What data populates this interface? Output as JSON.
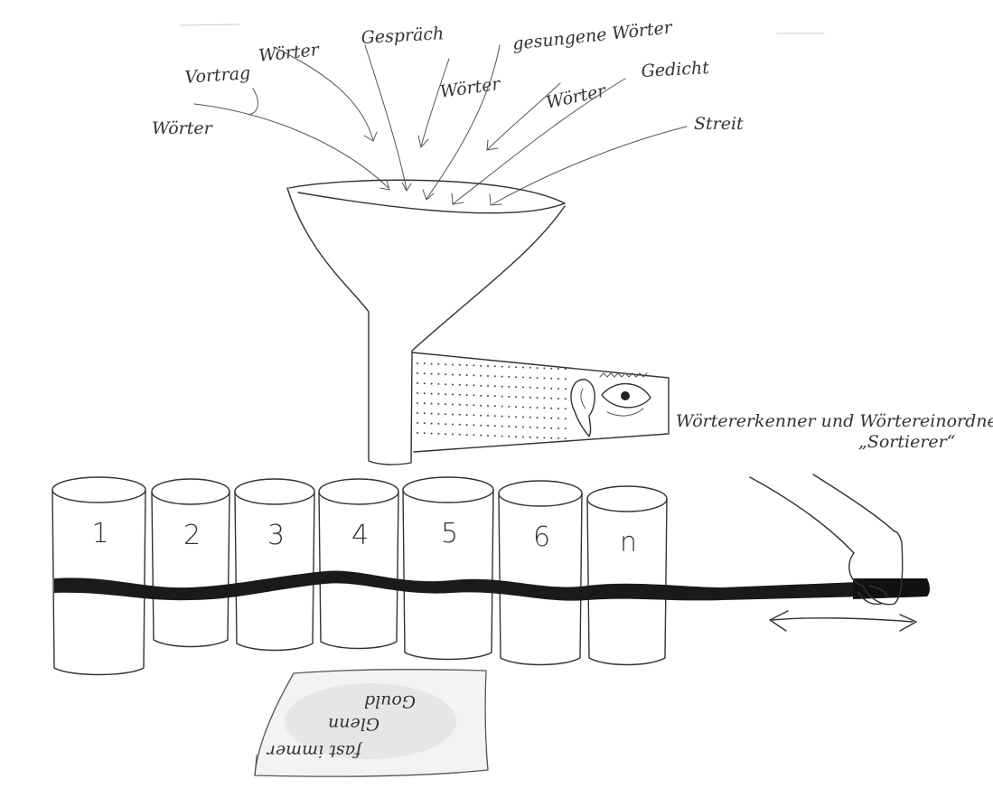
{
  "words": {
    "w1": "Wörter",
    "w2": "Vortrag",
    "w3": "Wörter",
    "w4": "Gespräch",
    "w5": "Wörter",
    "w6": "gesungene Wörter",
    "w7": "Wörter",
    "w8": "Gedicht",
    "w9": "Streit"
  },
  "label": {
    "line1": "Wörtererkenner und Wörtereinordner",
    "line2": "„Sortierer“"
  },
  "containers": [
    "1",
    "2",
    "3",
    "4",
    "5",
    "6",
    "n"
  ],
  "card": {
    "line1": "Gould",
    "line2": "Glenn",
    "line3": "fast immer"
  }
}
